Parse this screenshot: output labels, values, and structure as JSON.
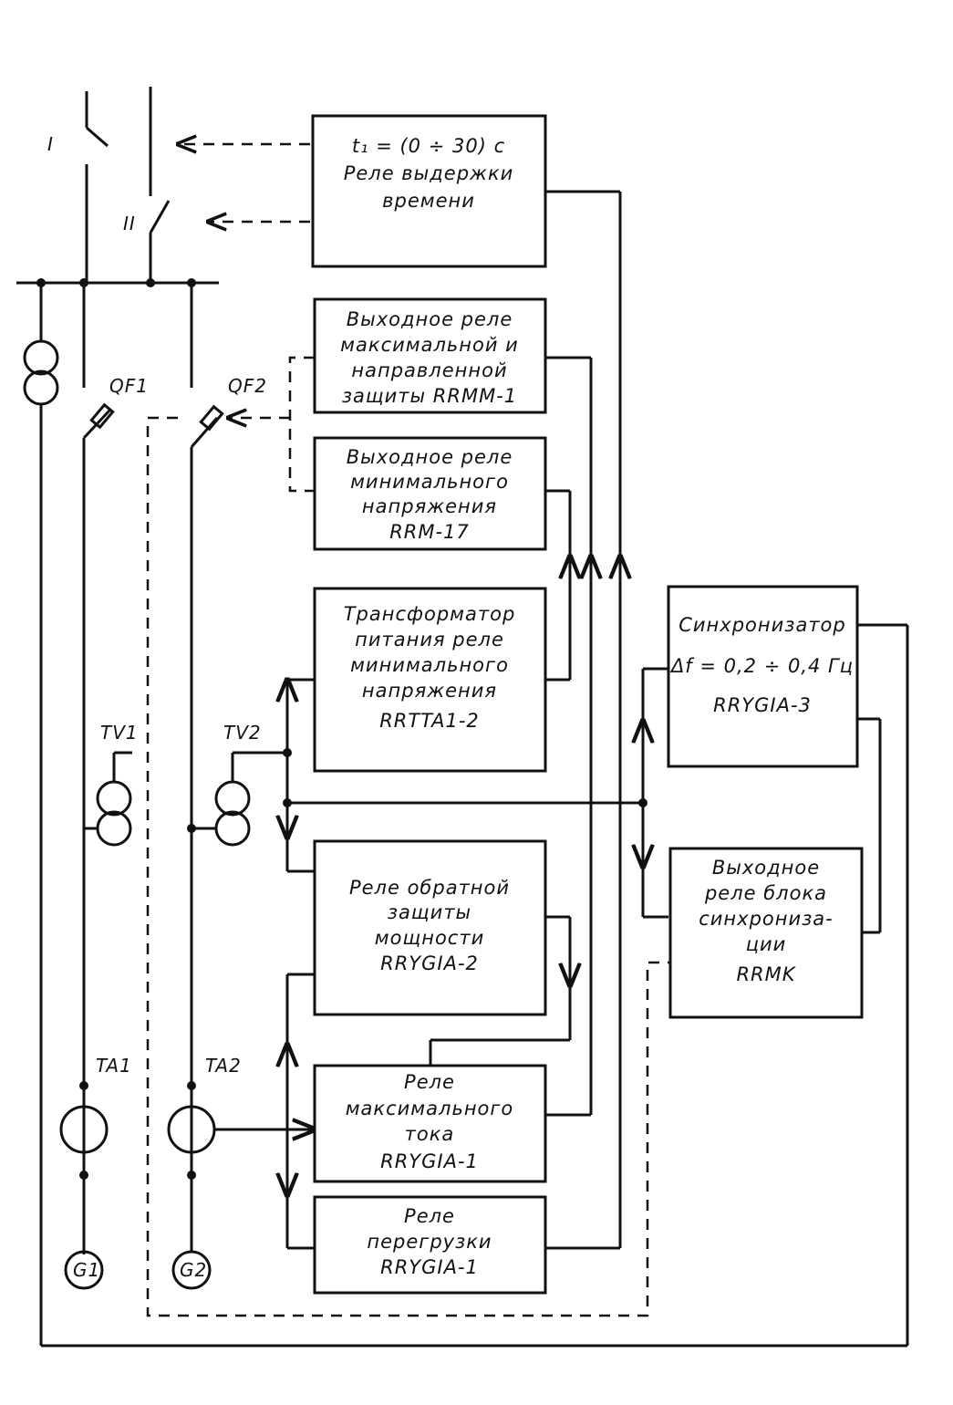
{
  "labels": {
    "bus_I": "I",
    "bus_II": "II",
    "qf1": "QF1",
    "qf2": "QF2",
    "tv1": "TV1",
    "tv2": "TV2",
    "ta1": "TA1",
    "ta2": "TA2",
    "g1": "G1",
    "g2": "G2"
  },
  "blocks": {
    "time_relay": [
      "t₁ = (0 ÷ 30) c",
      "Реле выдержки",
      "времени"
    ],
    "output_max": [
      "Выходное реле",
      "максимальной и",
      "направленной",
      "защиты RRMM-1"
    ],
    "output_min_voltage": [
      "Выходное  реле",
      "минимального",
      "напряжения",
      "RRM-17"
    ],
    "transformer": [
      "Трансформатор",
      "питания  реле",
      "минимального",
      "напряжения",
      "RRTTA1-2"
    ],
    "synchronizer": [
      "Синхронизатор",
      "Δf = 0,2 ÷ 0,4 Гц",
      "RRYGIA-3"
    ],
    "sync_output": [
      "Выходное",
      "реле блока",
      "синхрониза-",
      "ции",
      "RRMK"
    ],
    "reverse_power": [
      "Реле обратной",
      "защиты",
      "мощности",
      "RRYGIA-2"
    ],
    "max_current": [
      "Реле",
      "максимального",
      "тока",
      "RRYGIA-1"
    ],
    "overload": [
      "Реле",
      "перегрузки",
      "RRYGIA-1"
    ]
  }
}
